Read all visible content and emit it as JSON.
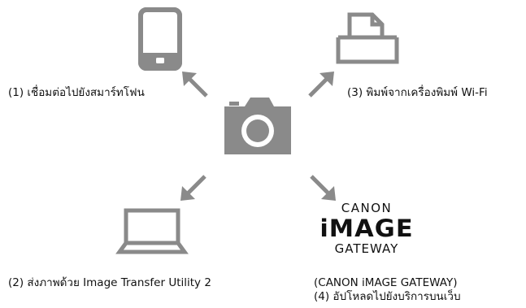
{
  "colors": {
    "icon": "#8a8a8a",
    "icon_dark": "#757575",
    "arrow": "#8a8a8a",
    "text": "#111111"
  },
  "nodes": {
    "smartphone": {
      "label": "(1) เชื่อมต่อไปยังสมาร์ทโฟน",
      "icon": "smartphone-icon"
    },
    "printer": {
      "label": "(3) พิมพ์จากเครื่องพิมพ์ Wi-Fi",
      "icon": "printer-icon"
    },
    "camera": {
      "icon": "camera-icon"
    },
    "computer": {
      "label": "(2) ส่งภาพด้วย Image Transfer Utility 2",
      "icon": "laptop-icon"
    },
    "web_service": {
      "logo_line1": "CANON",
      "logo_line2": "iMAGE",
      "logo_line3": "GATEWAY",
      "label_line1": "(CANON iMAGE GATEWAY)",
      "label_line2": "(4) อัปโหลดไปยังบริการบนเว็บ"
    }
  }
}
